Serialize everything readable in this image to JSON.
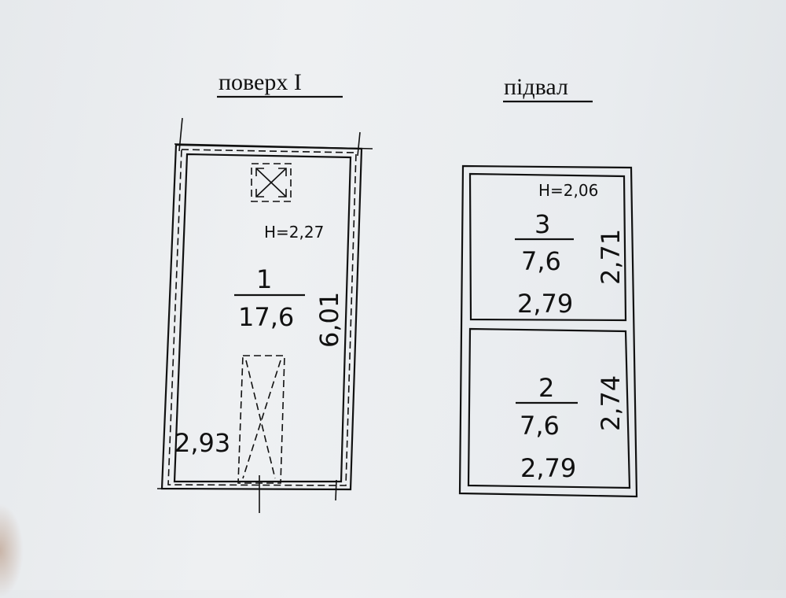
{
  "floor1": {
    "title": "поверх I",
    "height": "H=2,27",
    "room_number": "1",
    "room_area": "17,6",
    "length": "6,01",
    "width": "2,93"
  },
  "basement": {
    "title": "підвал",
    "height": "H=2,06",
    "room3": {
      "number": "3",
      "area": "7,6",
      "length": "2,71",
      "width": "2,79"
    },
    "room2": {
      "number": "2",
      "area": "7,6",
      "length": "2,74",
      "width": "2,79"
    }
  }
}
